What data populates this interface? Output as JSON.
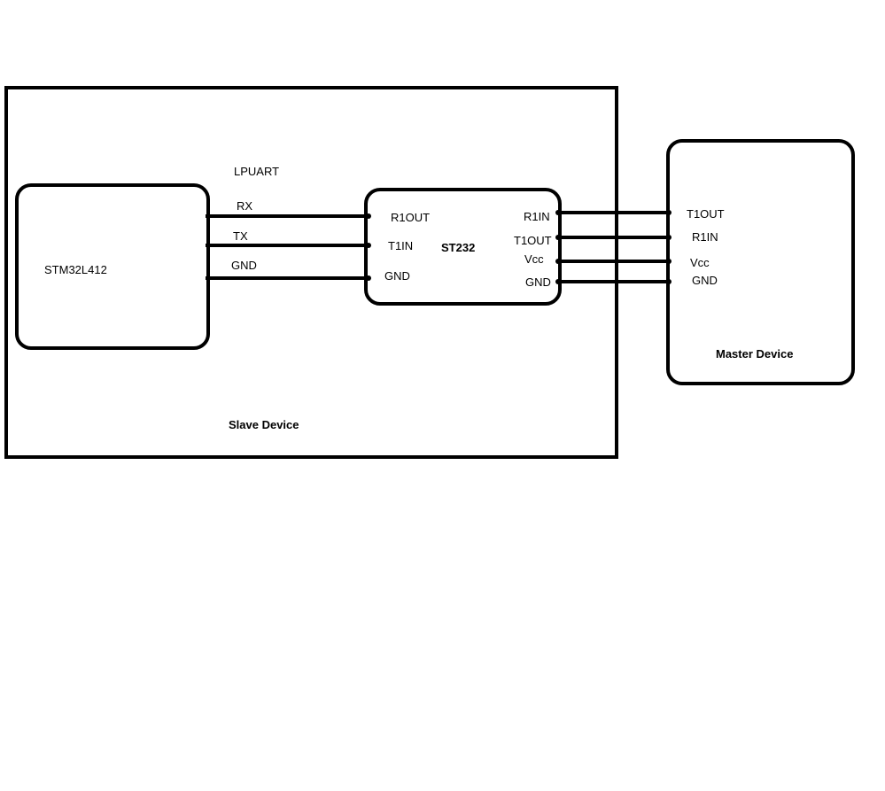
{
  "diagram": {
    "slave_device": {
      "label": "Slave Device",
      "mcu": {
        "label": "STM32L412",
        "bus_label": "LPUART",
        "pins": {
          "rx": "RX",
          "tx": "TX",
          "gnd": "GND"
        }
      },
      "transceiver": {
        "label": "ST232",
        "left_pins": {
          "r1out": "R1OUT",
          "t1in": "T1IN",
          "gnd": "GND"
        },
        "right_pins": {
          "r1in": "R1IN",
          "t1out": "T1OUT",
          "vcc": "Vcc",
          "gnd": "GND"
        }
      }
    },
    "master_device": {
      "label": "Master Device",
      "pins": {
        "t1out": "T1OUT",
        "r1in": "R1IN",
        "vcc": "Vcc",
        "gnd": "GND"
      }
    }
  }
}
